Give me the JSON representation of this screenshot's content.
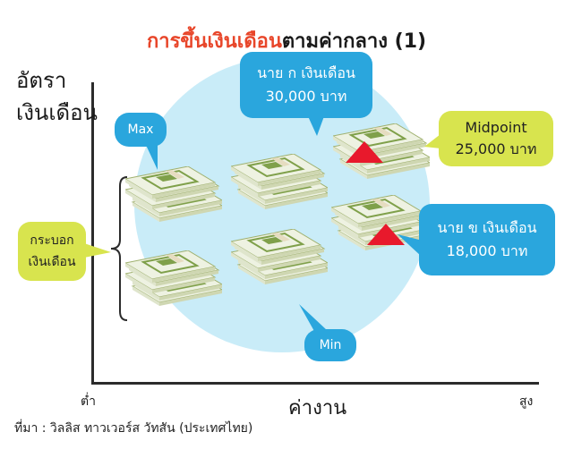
{
  "title_highlight": "การขึ้นเงินเดือน",
  "title_rest": "ตามค่ากลาง (1)",
  "y_axis_label": [
    "อัตรา",
    "เงินเดือน"
  ],
  "x_axis_label": "ค่างาน",
  "x_tick_low": "ต่ำ",
  "x_tick_high": "สูง",
  "source": "ที่มา : วิลลิส ทาวเวอร์ส วัทสัน (ประเทศไทย)",
  "callouts": {
    "employee_a": [
      "นาย ก เงินเดือน",
      "30,000 บาท"
    ],
    "max": "Max",
    "midpoint": [
      "Midpoint",
      "25,000 บาท"
    ],
    "employee_b": [
      "นาย ข เงินเดือน",
      "18,000 บาท"
    ],
    "salary_range": [
      "กระบอก",
      "เงินเดือน"
    ],
    "min": "Min"
  },
  "colors": {
    "title_highlight": "#e8462a",
    "callout_blue": "#2aa6dd",
    "callout_green": "#d8e44e",
    "range_circle": "#c9ecf8",
    "marker": "#e8192c",
    "money_green": "#7fa04a"
  },
  "icons": [
    "money-stack-icon",
    "red-triangle-marker-icon"
  ]
}
